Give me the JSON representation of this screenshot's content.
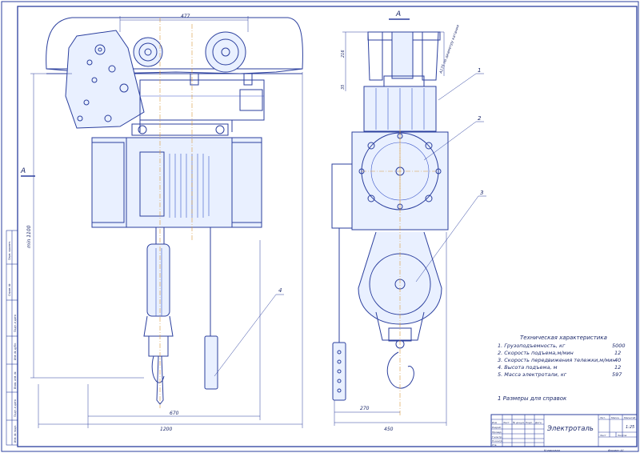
{
  "sheet": {
    "view_label": "A",
    "title": "Электроталь",
    "scale": "1:25",
    "format": "Формат  А1",
    "copied": "Копировал",
    "stamp": {
      "izm": "Изм",
      "list": "Лист",
      "doc": "№ докум.",
      "sign": "Подп.",
      "date": "Дата",
      "razrab": "Разраб.",
      "prov": "Провер.",
      "tkontr": "Т.контр.",
      "nkontr": "Н.контр.",
      "utv": "Утв.",
      "lit": "Лит.",
      "massa": "Масса",
      "masshtab": "Масштаб",
      "sheet": "Лист",
      "sheets": "Листов"
    },
    "side_strip": [
      "Подп. и дата",
      "Инв. № дубл.",
      "Взам. инв. №",
      "Подп. и дата",
      "Инв. № подл.",
      "Справ. №",
      "Перв. примен."
    ]
  },
  "dimensions": {
    "top_width": "477",
    "height_min": "min 1100",
    "bottom_inner": "670",
    "bottom_overall": "1200",
    "side_216": "216",
    "side_35": "35",
    "flange_note": "A175 по диаметру катания",
    "side_270": "270",
    "side_450": "450"
  },
  "callouts": [
    "1",
    "2",
    "3",
    "4"
  ],
  "specs": {
    "heading": "Техническая характеристика",
    "rows": [
      {
        "label": "1. Грузоподъемность, кг",
        "value": "5000"
      },
      {
        "label": "2. Скорость подъема,м/мин",
        "value": "12"
      },
      {
        "label": "3. Скорость передвижения тележки,м/мин",
        "value": "40"
      },
      {
        "label": "4. Высота подъема, м",
        "value": "12"
      },
      {
        "label": "5. Масса электротали, кг",
        "value": "597"
      }
    ]
  },
  "note": "1 Размеры для справок"
}
